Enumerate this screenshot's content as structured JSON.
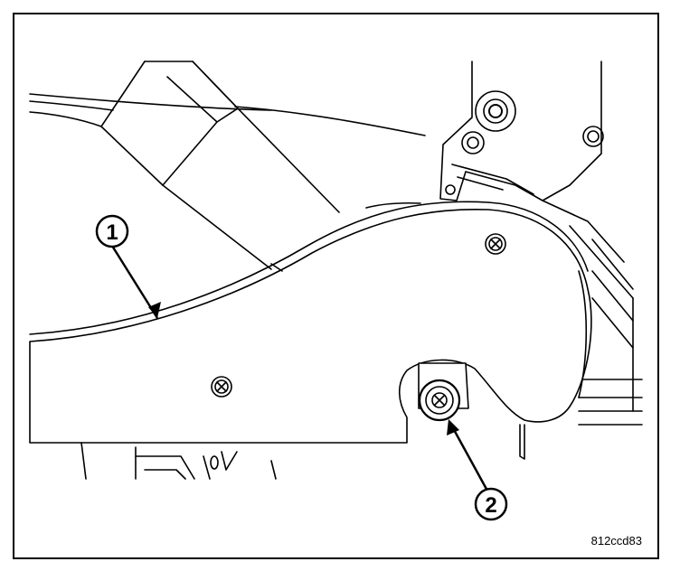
{
  "figure": {
    "callouts": [
      {
        "label": "1",
        "meaning": ""
      },
      {
        "label": "2",
        "meaning": ""
      }
    ],
    "figure_code": "812ccd83",
    "colors": {
      "line": "#000000",
      "background": "#ffffff"
    }
  }
}
